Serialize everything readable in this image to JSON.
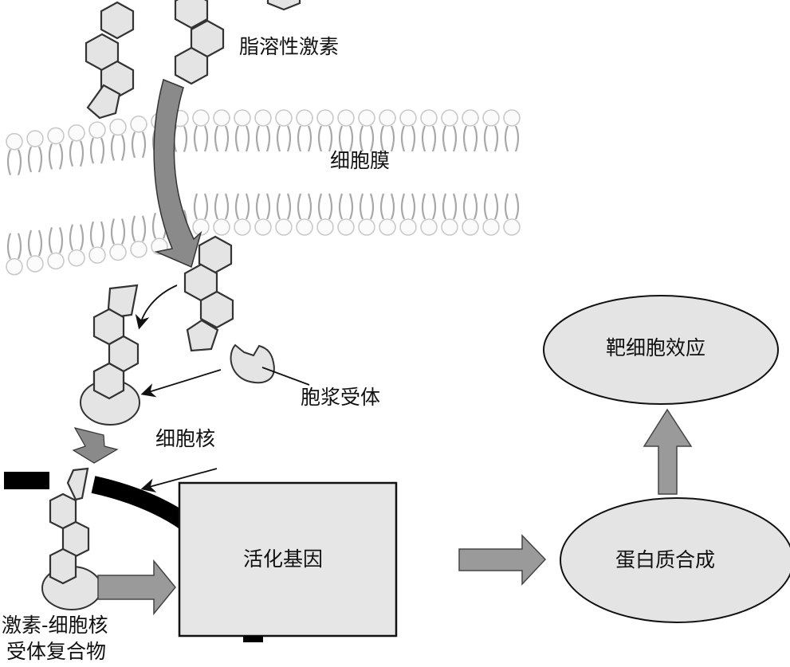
{
  "title": "脂溶性激素作用机制示意图",
  "labels": {
    "hormone": "脂溶性激素",
    "membrane": "细胞膜",
    "cytoplasmic_receptor": "胞浆受体",
    "nucleus": "细胞核",
    "complex_line1": "激素-细胞核",
    "complex_line2": "受体复合物",
    "activated_gene": "活化基因",
    "protein_synthesis": "蛋白质合成",
    "target_cell_effect": "靶细胞效应"
  },
  "flow": [
    "脂溶性激素",
    "细胞膜",
    "胞浆受体",
    "细胞核",
    "激素-细胞核受体复合物",
    "活化基因",
    "蛋白质合成",
    "靶细胞效应"
  ],
  "colors": {
    "shape_fill": "#e4e4e4",
    "arrow_fill": "#9a9a9a",
    "outline": "#111111",
    "nuclear_envelope": "#000000"
  }
}
